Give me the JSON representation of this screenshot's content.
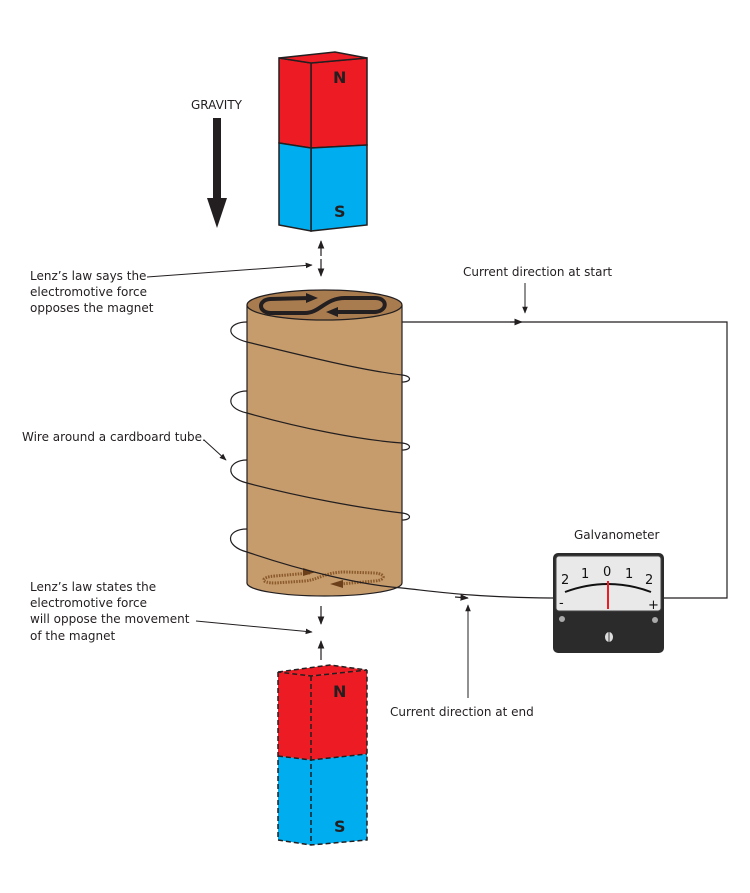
{
  "labels": {
    "gravity": "GRAVITY",
    "lenz_top": [
      "Lenz’s law says the",
      "electromotive force",
      "opposes the magnet"
    ],
    "wire": "Wire around a cardboard tube.",
    "lenz_bottom": [
      "Lenz’s law states the",
      "electromotive  force",
      "will oppose the movement",
      "of the magnet"
    ],
    "current_start": "Current direction at start",
    "current_end": "Current direction at end",
    "galvanometer": "Galvanometer"
  },
  "magnet_top": {
    "north": "N",
    "south": "S",
    "style": "solid"
  },
  "magnet_bottom": {
    "north": "N",
    "south": "S",
    "style": "dashed"
  },
  "galvanometer": {
    "scale": [
      "2",
      "1",
      "0",
      "1",
      "2"
    ],
    "minus": "-",
    "plus": "+",
    "needle_value": 0
  },
  "colors": {
    "north": "#ed1c24",
    "south": "#00aeef",
    "tube": "#c69c6d",
    "tube_top": "#a97c50",
    "ink": "#231f20",
    "needle": "#ed1c24",
    "meter_face": "#e9e9e9",
    "meter_body": "#2b2b2b"
  }
}
